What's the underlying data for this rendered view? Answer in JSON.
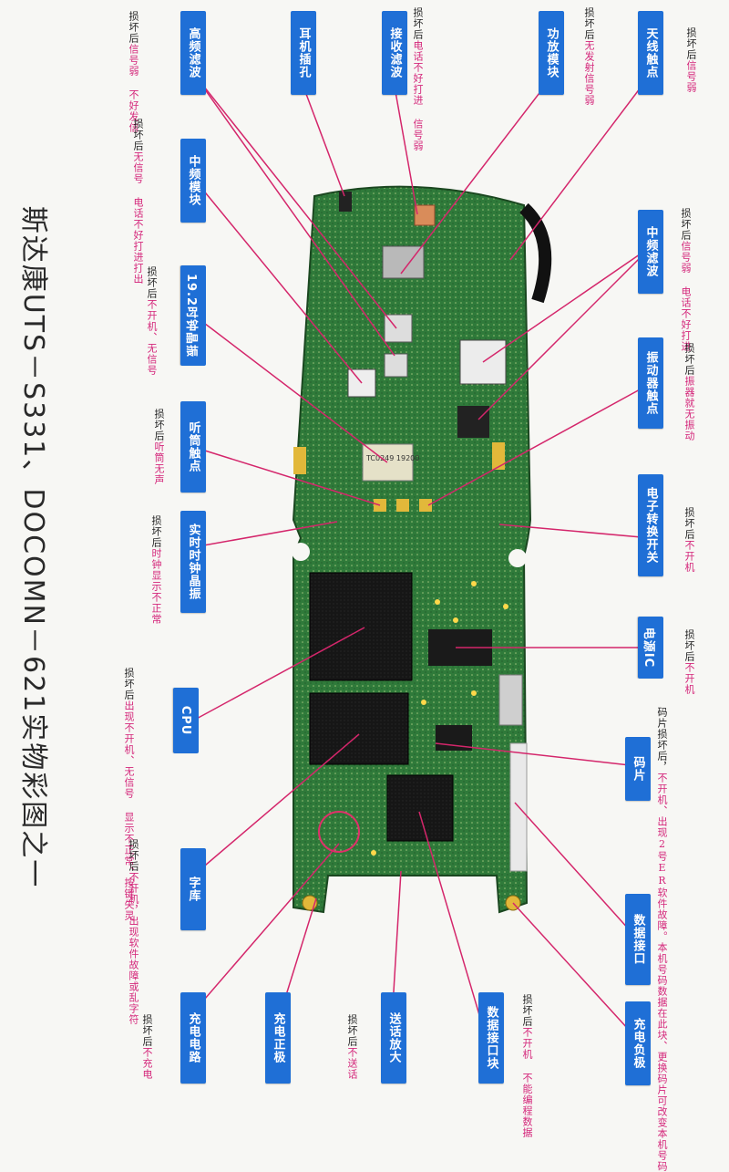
{
  "title": "斯达康UTS－S331、DOCOMN－621实物彩图之一",
  "colors": {
    "label_bg": "#1f6fd6",
    "leader": "#d4266b",
    "board": "#2f7a3a",
    "note_desc": "#d4267a"
  },
  "board_chips": {
    "tcxo": "TC0249 19200"
  },
  "labels": [
    {
      "id": "antenna",
      "text": "天线触点",
      "note_h": "损坏后",
      "note_d": "信号弱"
    },
    {
      "id": "pa",
      "text": "功放模块",
      "note_h": "损坏后",
      "note_d": "无发射信号弱"
    },
    {
      "id": "rx-filter",
      "text": "接收滤波",
      "note_h": "损坏后",
      "note_d": "电话不好打进 信号弱"
    },
    {
      "id": "earphone",
      "text": "耳机插孔",
      "note_h": "",
      "note_d": ""
    },
    {
      "id": "hf-filter",
      "text": "高频滤波",
      "note_h": "损坏后",
      "note_d": "信号弱 不好发信"
    },
    {
      "id": "if-module",
      "text": "中频模块",
      "note_h": "损坏后",
      "note_d": "无信号 电话不好打进打出"
    },
    {
      "id": "if-filter",
      "text": "中频滤波",
      "note_h": "损坏后",
      "note_d": "信号弱 电话不好打进"
    },
    {
      "id": "crystal-19",
      "text": "19.2时钟晶振",
      "note_h": "损坏后",
      "note_d": "不开机、无信号"
    },
    {
      "id": "vibrator",
      "text": "振动器触点",
      "note_h": "损坏后",
      "note_d": "振器就无振动"
    },
    {
      "id": "receiver",
      "text": "听筒触点",
      "note_h": "损坏后",
      "note_d": "听筒无声"
    },
    {
      "id": "switch",
      "text": "电子转换开关",
      "note_h": "损坏后",
      "note_d": "不开机"
    },
    {
      "id": "rtc",
      "text": "实时时钟晶振",
      "note_h": "损坏后",
      "note_d": "时钟显示不正常"
    },
    {
      "id": "power-ic",
      "text": "电源IC",
      "note_h": "损坏后",
      "note_d": "不开机"
    },
    {
      "id": "cpu",
      "text": "CPU",
      "note_h": "损坏后",
      "note_d": "出现不开机、无信号 显示不正常、按键失灵"
    },
    {
      "id": "code",
      "text": "码片",
      "note_h": "码片损坏后，",
      "note_d": "不开机、出现2号ER软件故障。本机号码数据在此块、更换码片可改变本机号码"
    },
    {
      "id": "font",
      "text": "字库",
      "note_h": "损坏后",
      "note_d": "不开机，出现软件故障或乱字符"
    },
    {
      "id": "data-port",
      "text": "数据接口",
      "note_h": "",
      "note_d": ""
    },
    {
      "id": "charge-neg",
      "text": "充电负极",
      "note_h": "",
      "note_d": ""
    },
    {
      "id": "data-block",
      "text": "数据接口块",
      "note_h": "损坏后",
      "note_d": "不开机 不能编程数据"
    },
    {
      "id": "mic-amp",
      "text": "送话放大",
      "note_h": "损坏后",
      "note_d": "不送话"
    },
    {
      "id": "charge-pos",
      "text": "充电正极",
      "note_h": "",
      "note_d": ""
    },
    {
      "id": "charge-circuit",
      "text": "充电电路",
      "note_h": "损坏后",
      "note_d": "不充电"
    }
  ]
}
